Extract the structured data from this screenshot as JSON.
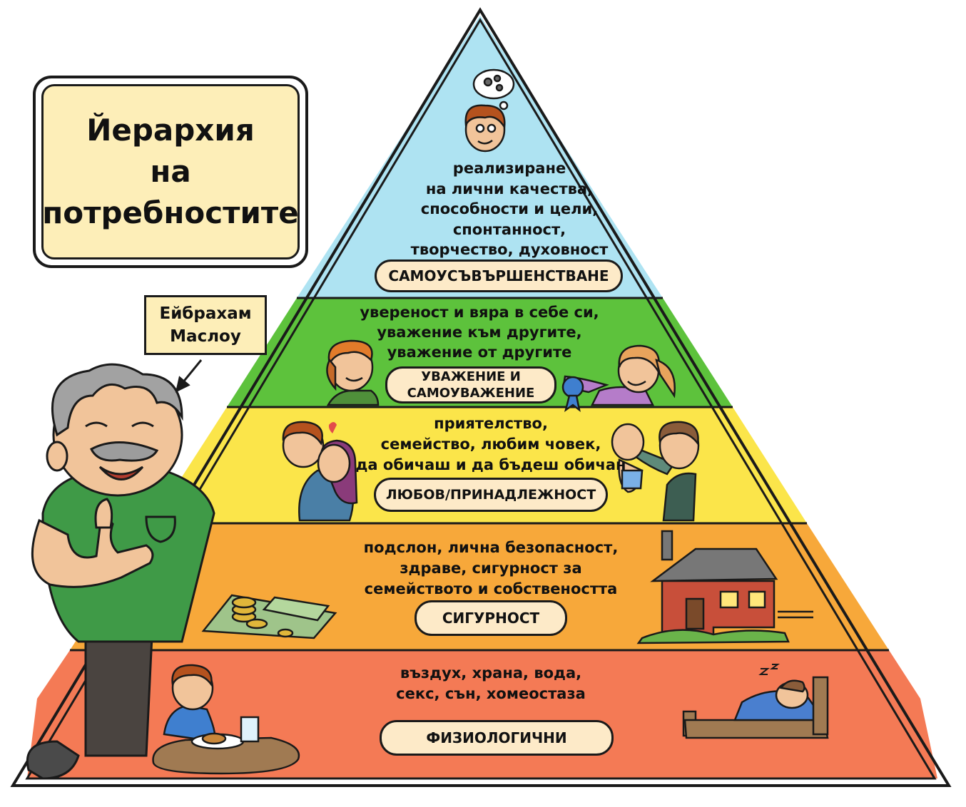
{
  "title": {
    "lines": [
      "Йерархия",
      "на",
      "потребностите"
    ]
  },
  "author": {
    "lines": [
      "Ейбрахам",
      "Маслоу"
    ]
  },
  "levels": [
    {
      "label": [
        "САМОУСЪВЪРШЕНСТВАНЕ"
      ],
      "description": [
        "реализиране",
        "на лични качества,",
        "способности и цели,",
        "спонтанност,",
        "творчество, духовност"
      ],
      "color": "#aee3f2"
    },
    {
      "label": [
        "УВАЖЕНИЕ И",
        "САМОУВАЖЕНИЕ"
      ],
      "description": [
        "увереност и вяра в себе си,",
        "уважение към другите,",
        "уважение от другите"
      ],
      "color": "#5dc23c"
    },
    {
      "label": [
        "ЛЮБОВ/ПРИНАДЛЕЖНОСТ"
      ],
      "description": [
        "приятелство,",
        "семейство, любим човек,",
        "да обичаш и да бъдеш обичан"
      ],
      "color": "#fbe54a"
    },
    {
      "label": [
        "СИГУРНОСТ"
      ],
      "description": [
        "подслон, лична безопасност,",
        "здраве, сигурност за",
        "семейството и собствеността"
      ],
      "color": "#f7a83a"
    },
    {
      "label": [
        "ФИЗИОЛОГИЧНИ"
      ],
      "description": [
        "въздух, храна, вода,",
        "секс, сън, хомеостаза"
      ],
      "color": "#f47a55"
    }
  ],
  "palette": {
    "outline": "#1a1a1a",
    "label_fill": "#fdeac8",
    "title_fill": "#fdeeb8"
  }
}
